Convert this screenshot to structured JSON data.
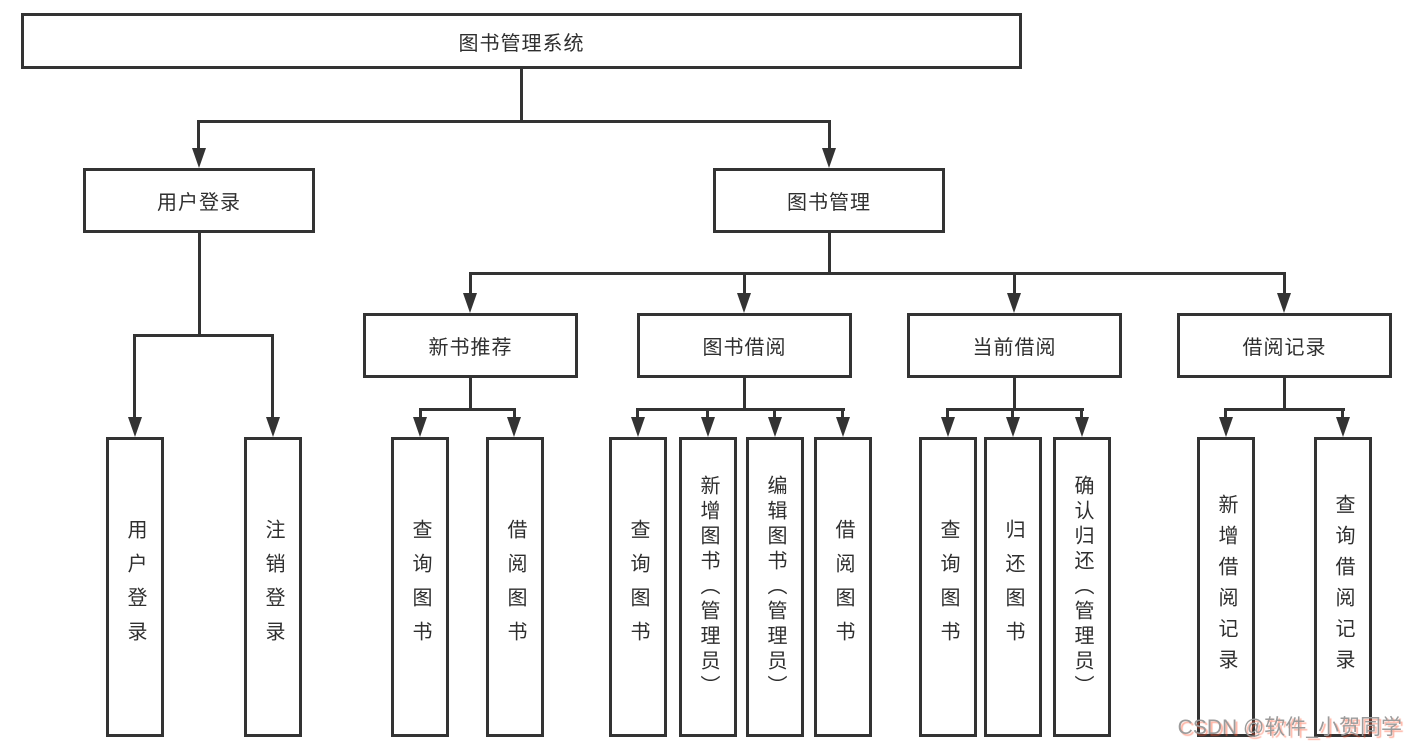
{
  "diagram_type": "tree",
  "colors": {
    "line": "#333333",
    "text": "#2f2f2f",
    "box_background": "#ffffff",
    "watermark_text_color": "#9b9b9b",
    "watermark_shadow_color": "#fc5531"
  },
  "tree": {
    "root": {
      "label": "图书管理系统",
      "children": [
        {
          "label": "用户登录",
          "children": [
            {
              "label": "用户登录"
            },
            {
              "label": "注销登录"
            }
          ]
        },
        {
          "label": "图书管理",
          "children": [
            {
              "label": "新书推荐",
              "children": [
                {
                  "label": "查询图书"
                },
                {
                  "label": "借阅图书"
                }
              ]
            },
            {
              "label": "图书借阅",
              "children": [
                {
                  "label": "查询图书"
                },
                {
                  "label": "新增图书（管理员）"
                },
                {
                  "label": "编辑图书（管理员）"
                },
                {
                  "label": "借阅图书"
                }
              ]
            },
            {
              "label": "当前借阅",
              "children": [
                {
                  "label": "查询图书"
                },
                {
                  "label": "归还图书"
                },
                {
                  "label": "确认归还（管理员）"
                }
              ]
            },
            {
              "label": "借阅记录",
              "children": [
                {
                  "label": "新增借阅记录"
                },
                {
                  "label": "查询借阅记录"
                }
              ]
            }
          ]
        }
      ]
    }
  },
  "watermark": {
    "text": "CSDN @软件_小贺同学"
  }
}
